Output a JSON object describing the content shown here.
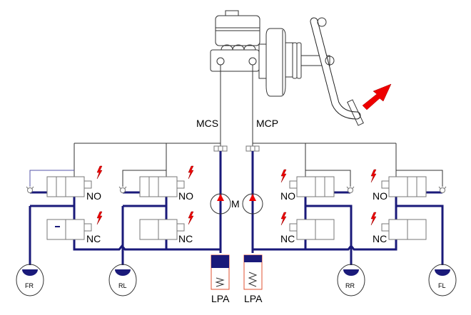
{
  "diagram": {
    "title": "ABS hydraulic circuit",
    "labels": {
      "mcs": "MCS",
      "mcp": "MCP",
      "motor": "M",
      "lpa_left": "LPA",
      "lpa_right": "LPA"
    },
    "valves": [
      {
        "id": "fr-inlet",
        "label": "NO"
      },
      {
        "id": "fr-outlet",
        "label": "NC"
      },
      {
        "id": "rl-inlet",
        "label": "NO"
      },
      {
        "id": "rl-outlet",
        "label": "NC"
      },
      {
        "id": "rr-inlet",
        "label": "NO"
      },
      {
        "id": "rr-outlet",
        "label": "NC"
      },
      {
        "id": "fl-inlet",
        "label": "NO"
      },
      {
        "id": "fl-outlet",
        "label": "NC"
      }
    ],
    "wheels": [
      {
        "id": "fr",
        "label": "FR"
      },
      {
        "id": "rl",
        "label": "RL"
      },
      {
        "id": "rr",
        "label": "RR"
      },
      {
        "id": "fl",
        "label": "FL"
      }
    ],
    "colors": {
      "hydraulic_line": "#1a1a7a",
      "solenoid_bolt": "#e00000",
      "pedal_arrow": "#e00000",
      "lpa_outline": "#e05030"
    }
  }
}
